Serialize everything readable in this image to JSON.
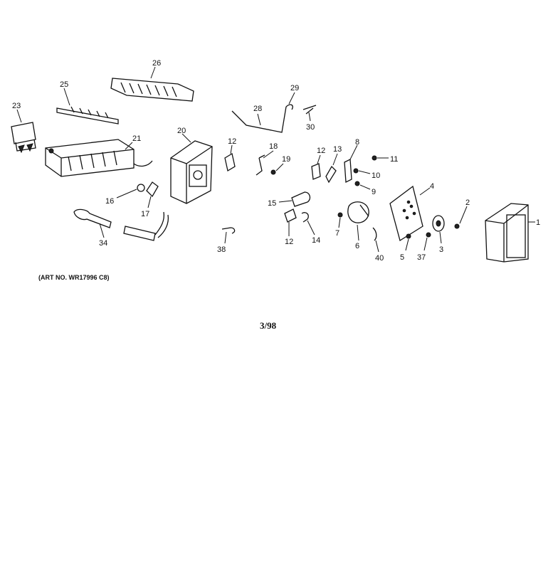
{
  "caption": "(ART NO. WR17996 C8)",
  "date_code": "3/98",
  "callouts": {
    "c1": "1",
    "c2": "2",
    "c3": "3",
    "c4": "4",
    "c5": "5",
    "c6": "6",
    "c7": "7",
    "c8": "8",
    "c9": "9",
    "c10": "10",
    "c11": "11",
    "c12a": "12",
    "c12b": "12",
    "c12c": "12",
    "c13": "13",
    "c14": "14",
    "c15": "15",
    "c16": "16",
    "c17": "17",
    "c18": "18",
    "c19": "19",
    "c20": "20",
    "c21": "21",
    "c23": "23",
    "c25": "25",
    "c26": "26",
    "c28": "28",
    "c29": "29",
    "c30": "30",
    "c34": "34",
    "c37": "37",
    "c38": "38",
    "c40": "40"
  }
}
